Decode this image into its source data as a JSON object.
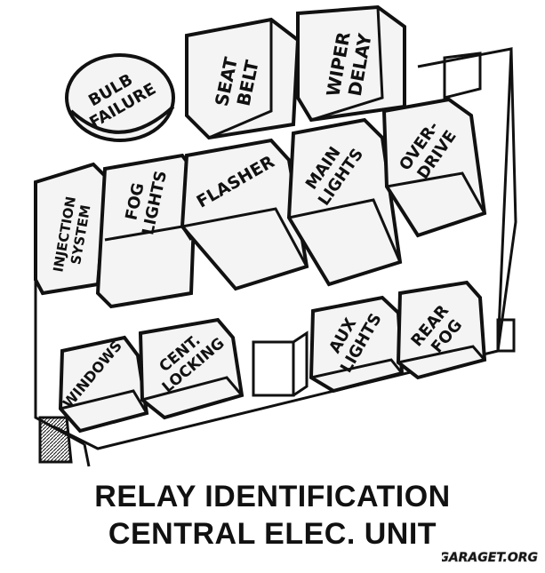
{
  "caption": {
    "line1": "RELAY IDENTIFICATION",
    "line2": "CENTRAL ELEC. UNIT"
  },
  "relays": {
    "bulb_failure": [
      "BULB",
      "FAILURE"
    ],
    "seat_belt": [
      "SEAT",
      "BELT"
    ],
    "wiper_delay": [
      "WIPER",
      "DELAY"
    ],
    "injection_system": [
      "INJECTION",
      "SYSTEM"
    ],
    "fog_lights": [
      "FOG",
      "LIGHTS"
    ],
    "flasher": [
      "FLASHER"
    ],
    "main_lights": [
      "MAIN",
      "LIGHTS"
    ],
    "over_drive": [
      "OVER-",
      "DRIVE"
    ],
    "windows": [
      "WINDOWS"
    ],
    "cent_locking": [
      "CENT.",
      "LOCKING"
    ],
    "aux_lights": [
      "AUX",
      "LIGHTS"
    ],
    "rear_fog": [
      "REAR",
      "FOG"
    ]
  },
  "watermark": "GARAGET.ORG",
  "colors": {
    "ink": "#111111",
    "paper": "#ffffff",
    "relay_face": "#f4f4f4"
  }
}
